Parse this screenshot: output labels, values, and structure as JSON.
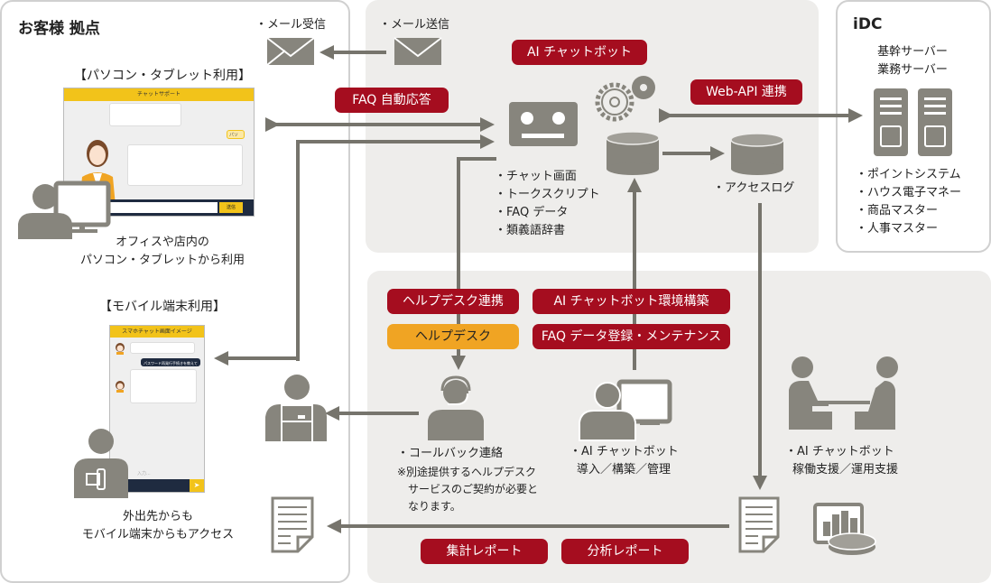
{
  "customer_site": {
    "title": "お客様 拠点",
    "mail_receive": "・メール受信",
    "pc_heading": "【パソコン・タブレット利用】",
    "pc_caption": [
      "オフィスや店内の",
      "パソコン・タブレットから利用"
    ],
    "pc_mock": {
      "window_title": "チャットサポート",
      "send_label": "送信",
      "user_bubble": "パソコン"
    },
    "mobile_heading": "【モバイル端末利用】",
    "mobile_caption": [
      "外出先からも",
      "モバイル端末からもアクセス"
    ],
    "mobile_mock": {
      "window_title": "スマホチャット画面イメージ",
      "user_bubble": "パスワード再発行手続きを教えて",
      "input_placeholder": "入力..."
    }
  },
  "service_top": {
    "mail_send": "・メール送信",
    "tags": {
      "ai_chatbot": "AI チャットボット",
      "faq_auto": "FAQ 自動応答",
      "web_api": "Web-API 連携"
    },
    "bot_features": [
      "・チャット画面",
      "・トークスクリプト",
      "・FAQ データ",
      "・類義語辞書"
    ],
    "access_log": "・アクセスログ"
  },
  "idc": {
    "title": "iDC",
    "servers": [
      "基幹サーバー",
      "業務サーバー"
    ],
    "systems": [
      "・ポイントシステム",
      "・ハウス電子マネー",
      "・商品マスター",
      "・人事マスター"
    ]
  },
  "service_bottom": {
    "tags": {
      "helpdesk_link": "ヘルプデスク連携",
      "helpdesk": "ヘルプデスク",
      "env_build": "AI チャットボット環境構築",
      "faq_maint": "FAQ データ登録・メンテナンス",
      "summary_report": "集計レポート",
      "analysis_report": "分析レポート"
    },
    "callback": "・コールバック連絡",
    "callback_note": [
      "※別途提供するヘルプデスク",
      "サービスのご契約が必要と",
      "なります。"
    ],
    "intro": [
      "・AI チャットボット",
      "導入／構築／管理"
    ],
    "support": [
      "・AI チャットボット",
      "稼働支援／運用支援"
    ]
  },
  "colors": {
    "accent_red": "#a50d1f",
    "accent_orange": "#f0a423",
    "icon_gray": "#87857d",
    "panel_gray": "#eeedeb"
  }
}
